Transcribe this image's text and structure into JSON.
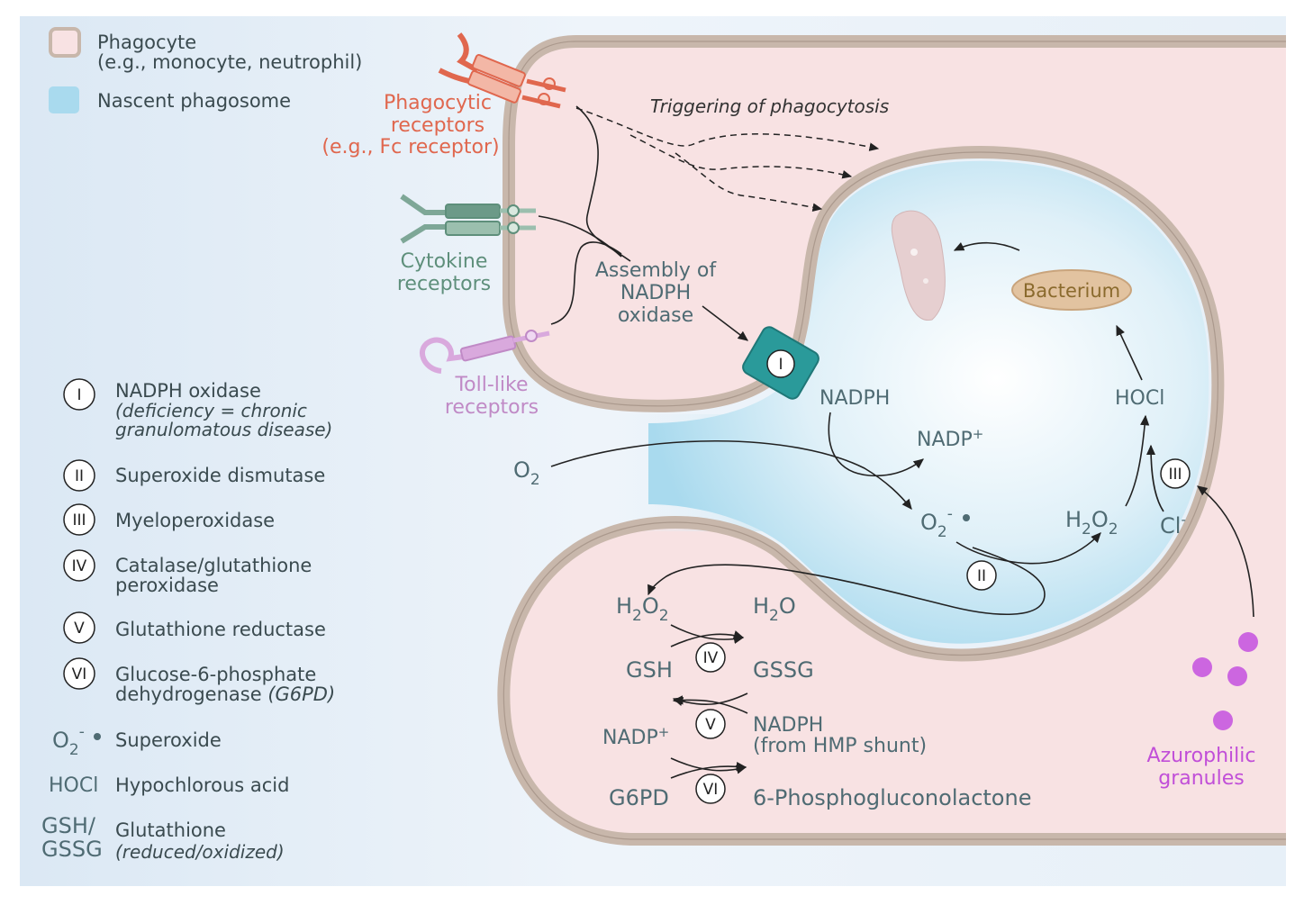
{
  "legend": {
    "phagocyte": {
      "label": "Phagocyte",
      "sublabel": "(e.g., monocyte, neutrophil)"
    },
    "phagosome": {
      "label": "Nascent phagosome"
    }
  },
  "receptors": {
    "phagocytic": [
      "Phagocytic",
      "receptors",
      "(e.g., Fc receptor)"
    ],
    "cytokine": [
      "Cytokine",
      "receptors"
    ],
    "toll": [
      "Toll-like",
      "receptors"
    ]
  },
  "diagram": {
    "triggering": "Triggering of phagocytosis",
    "assembly": [
      "Assembly of",
      "NADPH",
      "oxidase"
    ],
    "bacterium": "Bacterium",
    "azurophilic": [
      "Azurophilic",
      "granules"
    ],
    "nadph": "NADPH",
    "nadp_main": "NADP",
    "hocl": "HOCl",
    "o2": "O",
    "o2_sub": "2",
    "superoxide": "O",
    "superoxide_sub": "2",
    "superoxide_sup": "-",
    "h2o2_a": "H",
    "h2o2_b": "O",
    "h2o2_sub": "2",
    "cl": "Cl",
    "cl_sup": "-",
    "plus": "+"
  },
  "cycle": {
    "h2o2": {
      "a": "H",
      "b": "O",
      "sub": "2"
    },
    "h2o": {
      "a": "H",
      "sub": "2",
      "b": "O"
    },
    "gsh": "GSH",
    "gssg": "GSSG",
    "nadp": "NADP",
    "plus": "+",
    "nadph": "NADPH",
    "hmp": "(from HMP shunt)",
    "g6pd": "G6PD",
    "phospho": "6-Phosphogluconolactone"
  },
  "enzymes": {
    "I": "I",
    "II": "II",
    "III": "III",
    "IV": "IV",
    "V": "V",
    "VI": "VI"
  },
  "enzyme_legend": [
    {
      "numeral": "I",
      "lines": [
        "NADPH oxidase"
      ],
      "italic": [
        "(deficiency = chronic",
        "granulomatous disease)"
      ]
    },
    {
      "numeral": "II",
      "lines": [
        "Superoxide dismutase"
      ],
      "italic": []
    },
    {
      "numeral": "III",
      "lines": [
        "Myeloperoxidase"
      ],
      "italic": []
    },
    {
      "numeral": "IV",
      "lines": [
        "Catalase/glutathione",
        "peroxidase"
      ],
      "italic": []
    },
    {
      "numeral": "V",
      "lines": [
        "Glutathione reductase"
      ],
      "italic": []
    },
    {
      "numeral": "VI",
      "lines": [
        "Glucose-6-phosphate",
        "dehydrogenase "
      ],
      "italic_inline": "(G6PD)"
    }
  ],
  "abbrev_legend": {
    "superoxide": {
      "sym": "O",
      "sub": "2",
      "sup": "-",
      "desc": "Superoxide"
    },
    "hocl": {
      "sym": "HOCl",
      "desc": "Hypochlorous acid"
    },
    "gsh": {
      "sym1": "GSH/",
      "sym2": "GSSG",
      "desc": "Glutathione",
      "desc_italic": "(reduced/oxidized)"
    }
  },
  "colors": {
    "background": "#e4eef7",
    "cell": "#f8e2e3",
    "membrane": "#c8b7ab",
    "phagosome": "#bfe3f1",
    "oxidase": "#2a9a9a",
    "bacterium": "#e2c3a0",
    "granule": "#cc66e0"
  }
}
